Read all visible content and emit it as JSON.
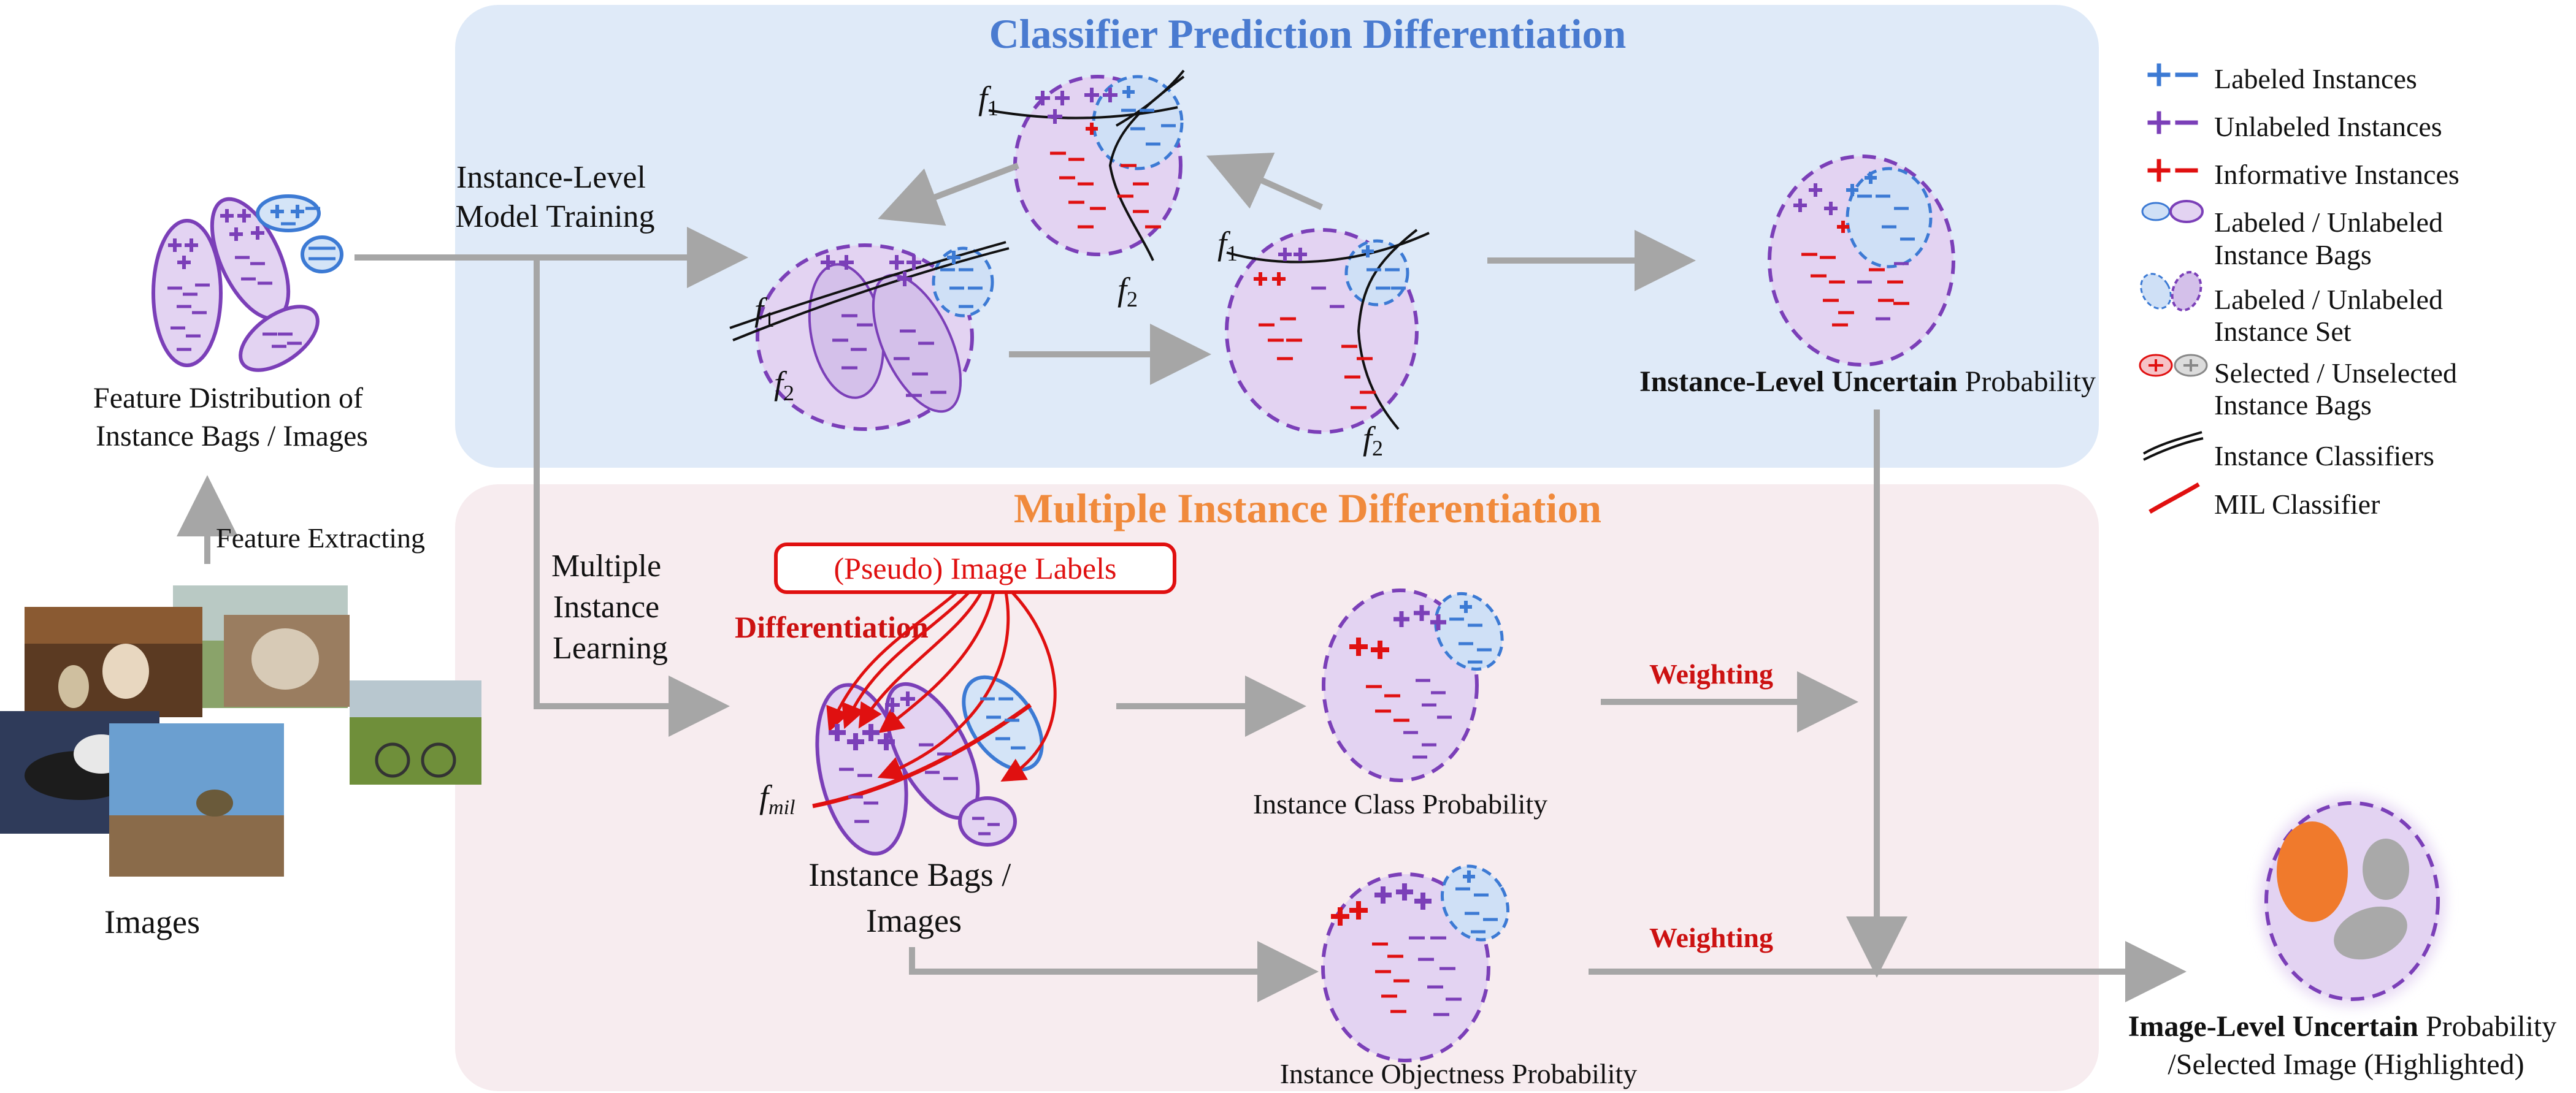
{
  "colors": {
    "accent_blue": "#4a7bd0",
    "accent_orange": "#f08a3c",
    "accent_red": "#cc1111",
    "purple": "#7b3fb8",
    "labeled_blue": "#3c7ad4",
    "panel_blue": "#dfeaf8",
    "panel_pink": "#f7ecef"
  },
  "panels": {
    "top_title": "Classifier Prediction Differentiation",
    "bottom_title": "Multiple Instance Differentiation"
  },
  "left": {
    "feature_distribution": [
      "Feature Distribution of",
      "Instance Bags / Images"
    ],
    "feature_extracting": "Feature Extracting",
    "images_caption": "Images"
  },
  "top": {
    "training_label": [
      "Instance-Level",
      "Model Training"
    ],
    "f1": "f",
    "f1_sub": "1",
    "f2": "f",
    "f2_sub": "2",
    "uncertain_bold": "Instance-Level Uncertain",
    "uncertain_rest": " Probability"
  },
  "bottom": {
    "mil_label": [
      "Multiple",
      "Instance",
      "Learning"
    ],
    "pseudo_labels": "(Pseudo) Image Labels",
    "differentiation": "Differentiation",
    "fmil": "f",
    "fmil_sub": "mil",
    "bags_caption": [
      "Instance Bags /",
      "Images"
    ],
    "class_prob": "Instance Class Probability",
    "objectness_prob": "Instance Objectness Probability",
    "weighting_1": "Weighting",
    "weighting_2": "Weighting"
  },
  "output": {
    "bold": "Image-Level Uncertain",
    "rest": " Probability",
    "line2": "/Selected Image (Highlighted)"
  },
  "legend": [
    {
      "icon": "labeled-instances-icon",
      "text": [
        "Labeled Instances"
      ]
    },
    {
      "icon": "unlabeled-instances-icon",
      "text": [
        "Unlabeled Instances"
      ]
    },
    {
      "icon": "informative-instances-icon",
      "text": [
        "Informative Instances"
      ]
    },
    {
      "icon": "instance-bags-icon",
      "text": [
        "Labeled / Unlabeled",
        "Instance Bags"
      ]
    },
    {
      "icon": "instance-set-icon",
      "text": [
        "Labeled / Unlabeled",
        "Instance Set"
      ]
    },
    {
      "icon": "selected-bags-icon",
      "text": [
        "Selected / Unselected",
        "Instance Bags"
      ]
    },
    {
      "icon": "instance-classifiers-icon",
      "text": [
        "Instance Classifiers"
      ]
    },
    {
      "icon": "mil-classifier-icon",
      "text": [
        "MIL Classifier"
      ]
    }
  ]
}
